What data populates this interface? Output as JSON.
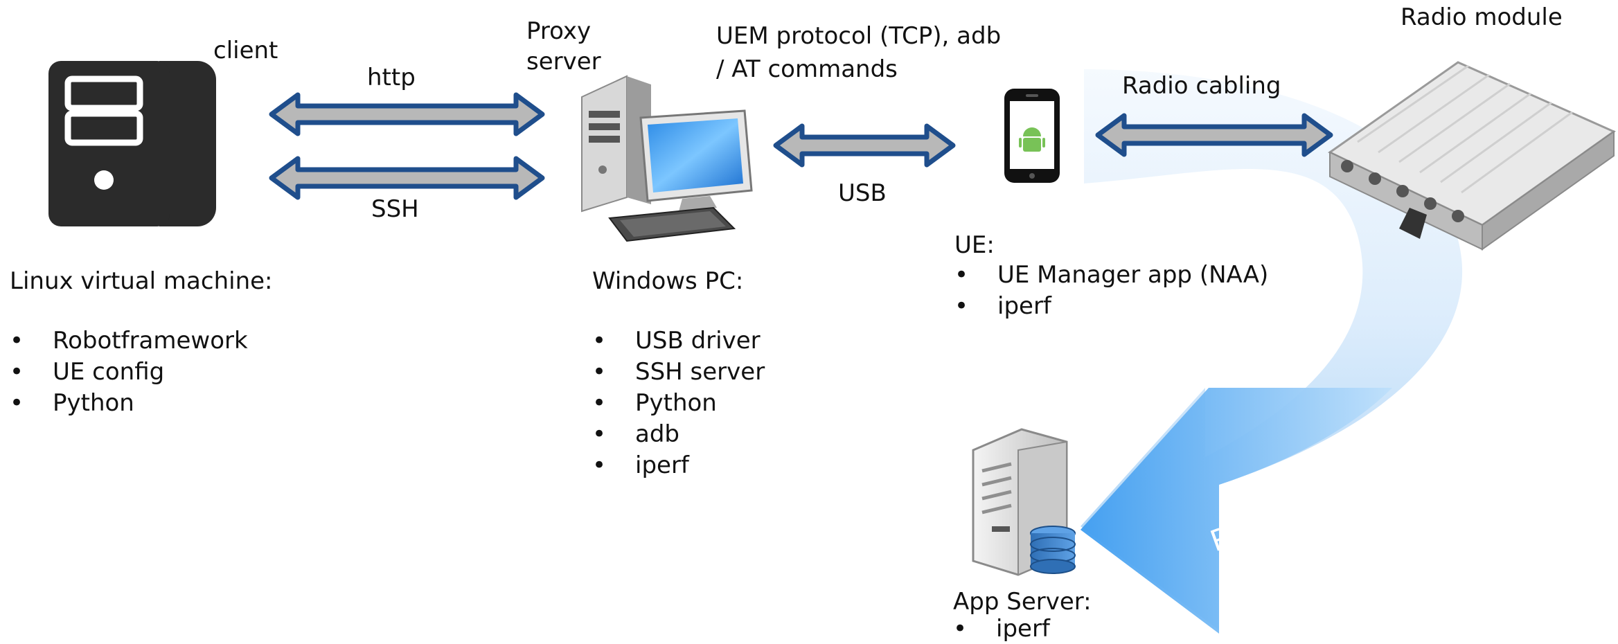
{
  "client": {
    "label": "client",
    "heading": "Linux virtual machine:",
    "items": [
      "Robotframework",
      "UE config",
      "Python"
    ]
  },
  "proxy": {
    "label_line1": "Proxy",
    "label_line2": "server",
    "heading": "Windows PC:",
    "items": [
      "USB driver",
      "SSH server",
      "Python",
      "adb",
      "iperf"
    ]
  },
  "links": {
    "http": "http",
    "ssh": "SSH",
    "uem_line1": "UEM protocol (TCP), adb",
    "uem_line2": "/ AT commands",
    "usb": "USB",
    "radio_cabling": "Radio cabling"
  },
  "ue": {
    "heading": "UE:",
    "items": [
      "UE Manager app (NAA)",
      "iperf"
    ]
  },
  "radio_module": {
    "label": "Radio module"
  },
  "radio_network": {
    "label": "Radio Network"
  },
  "app_server": {
    "heading": "App Server:",
    "items": [
      "iperf"
    ]
  },
  "bullet_char": "•",
  "icons": {
    "client": "server-tower-icon",
    "proxy": "desktop-pc-icon",
    "ue": "android-phone-icon",
    "radio": "radio-module-icon",
    "app_server": "database-server-icon"
  },
  "colors": {
    "arrow_outline": "#1f4e8c",
    "arrow_fill": "#b8b8b8",
    "network_light": "#e6f2fd",
    "network_dark": "#3f9df0",
    "tower": "#2b2b2b"
  }
}
